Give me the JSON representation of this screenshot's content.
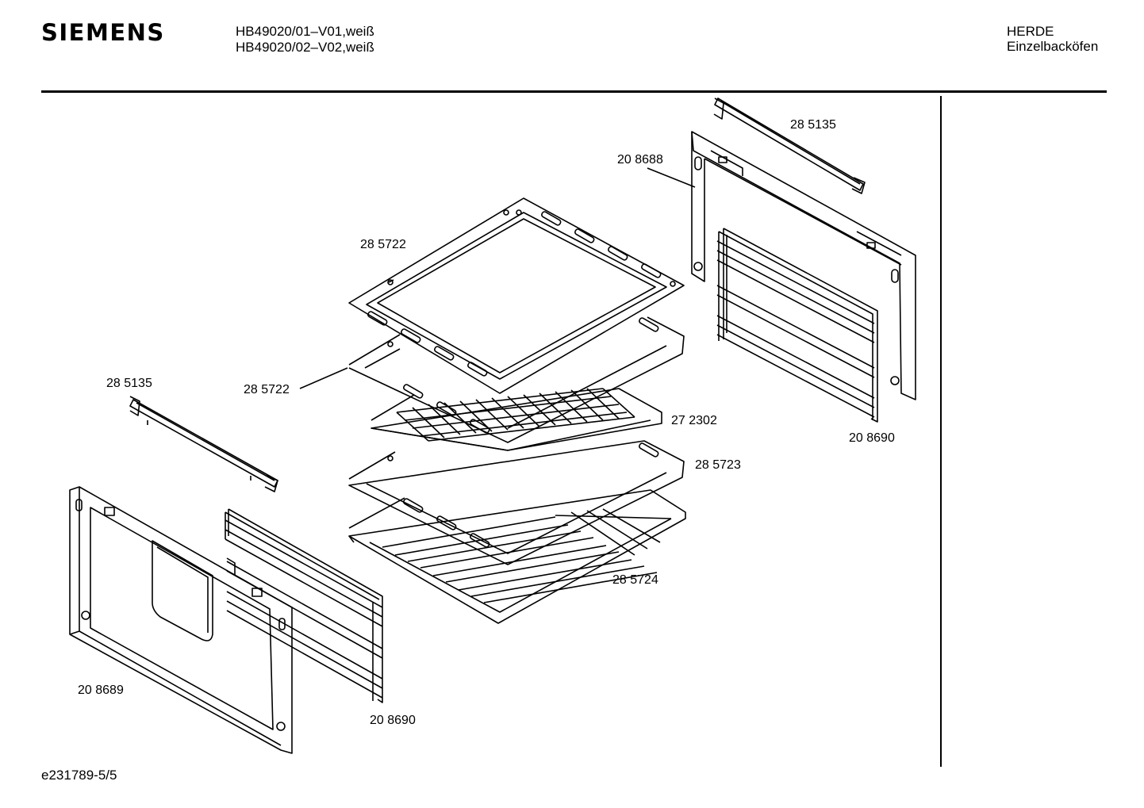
{
  "header": {
    "brand": "SIEMENS",
    "model_line_1": "HB49020/01–V01,weiß",
    "model_line_2": "HB49020/02–V02,weiß",
    "category_line_1": "HERDE",
    "category_line_2": "Einzelbacköfen"
  },
  "parts": {
    "rail_top_right": "28 5135",
    "frame_rear_right": "20 8688",
    "baking_sheet_top": "28 5722",
    "baking_sheet_second": "28 5722",
    "rail_left": "28 5135",
    "grill_pan": "27 2302",
    "rack_right": "20 8690",
    "universal_pan": "28 5723",
    "grid_rack": "28 5724",
    "frame_front_left": "20 8689",
    "rack_left": "20 8690"
  },
  "footer": {
    "doc_id": "e231789-5/5"
  }
}
